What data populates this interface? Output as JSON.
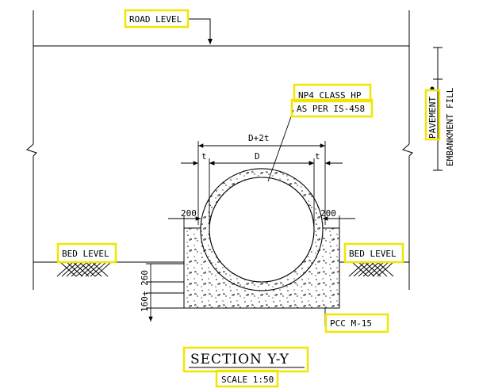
{
  "labels": {
    "road_level": "ROAD LEVEL",
    "pipe_spec_line1": "NP4 CLASS HP",
    "pipe_spec_line2": "AS PER IS-458",
    "pavement": "PAVEMENT",
    "embankment_fill": "EMBANKMENT FILL",
    "outer_width": "D+2t",
    "inner_diameter": "D",
    "thickness_left": "t",
    "thickness_right": "t",
    "side_clear_left": "200",
    "side_clear_right": "200",
    "bed_level_left": "BED LEVEL",
    "bed_level_right": "BED LEVEL",
    "base_dims": "160+ 260",
    "pcc": "PCC M-15",
    "section_title": "SECTION  Y-Y",
    "scale": "SCALE 1:50"
  },
  "colors": {
    "line": "#000000",
    "highlight": "#f2e600",
    "background": "#ffffff"
  }
}
